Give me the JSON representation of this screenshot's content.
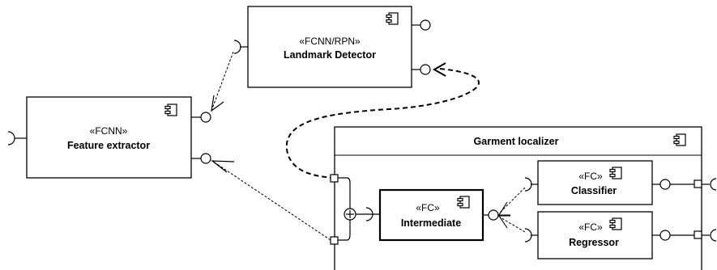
{
  "components": {
    "landmark_detector": {
      "stereotype": "«FCNN/RPN»",
      "name": "Landmark Detector"
    },
    "feature_extractor": {
      "stereotype": "«FCNN»",
      "name": "Feature extractor"
    },
    "garment_localizer": {
      "name": "Garment localizer"
    },
    "intermediate": {
      "stereotype": "«FC»",
      "name": "Intermediate"
    },
    "classifier": {
      "stereotype": "«FC»",
      "name": "Classifier"
    },
    "regressor": {
      "stereotype": "«FC»",
      "name": "Regressor"
    }
  },
  "colors": {
    "line": "#000000",
    "box_fill": "#ffffff"
  },
  "icons": [
    "component-icon",
    "provided-interface-icon",
    "required-interface-icon",
    "assembly-plus-icon"
  ]
}
